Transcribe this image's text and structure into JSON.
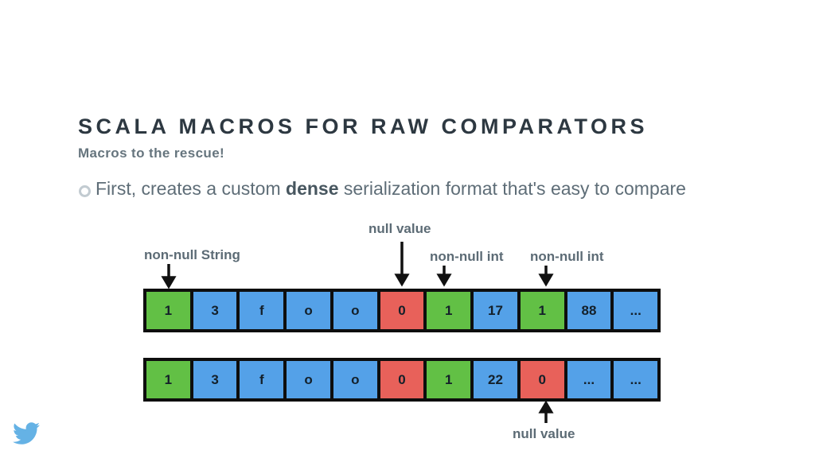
{
  "slide": {
    "title": "SCALA MACROS FOR RAW COMPARATORS",
    "subtitle": "Macros to the rescue!",
    "bullet": {
      "prefix": "First, creates a custom ",
      "bold": "dense",
      "suffix": " serialization format that's easy to compare"
    }
  },
  "labels": {
    "null_value_top": "null value",
    "non_null_string": "non-null String",
    "non_null_int_1": "non-null int",
    "non_null_int_2": "non-null int",
    "null_value_bottom": "null value"
  },
  "diagram": {
    "rows": [
      {
        "cells": [
          {
            "value": "1",
            "color": "green"
          },
          {
            "value": "3",
            "color": "blue"
          },
          {
            "value": "f",
            "color": "blue"
          },
          {
            "value": "o",
            "color": "blue"
          },
          {
            "value": "o",
            "color": "blue"
          },
          {
            "value": "0",
            "color": "red"
          },
          {
            "value": "1",
            "color": "green"
          },
          {
            "value": "17",
            "color": "blue"
          },
          {
            "value": "1",
            "color": "green"
          },
          {
            "value": "88",
            "color": "blue"
          },
          {
            "value": "...",
            "color": "blue"
          }
        ]
      },
      {
        "cells": [
          {
            "value": "1",
            "color": "green"
          },
          {
            "value": "3",
            "color": "blue"
          },
          {
            "value": "f",
            "color": "blue"
          },
          {
            "value": "o",
            "color": "blue"
          },
          {
            "value": "o",
            "color": "blue"
          },
          {
            "value": "0",
            "color": "red"
          },
          {
            "value": "1",
            "color": "green"
          },
          {
            "value": "22",
            "color": "blue"
          },
          {
            "value": "0",
            "color": "red"
          },
          {
            "value": "...",
            "color": "blue"
          },
          {
            "value": "...",
            "color": "blue"
          }
        ]
      }
    ]
  },
  "footer": {
    "logo_icon": "twitter-bird-icon"
  },
  "colors": {
    "cell-green": "#62c045",
    "cell-blue": "#54a1e8",
    "cell-red": "#e8615a",
    "cell-border": "#0e0e0e",
    "title-color": "#2d3841",
    "subtitle-color": "#66757e",
    "body-gray": "#5e6d77",
    "callout-gray": "#5c6b75",
    "twitter-blue": "#65b2e5",
    "arrow-black": "#111111"
  }
}
